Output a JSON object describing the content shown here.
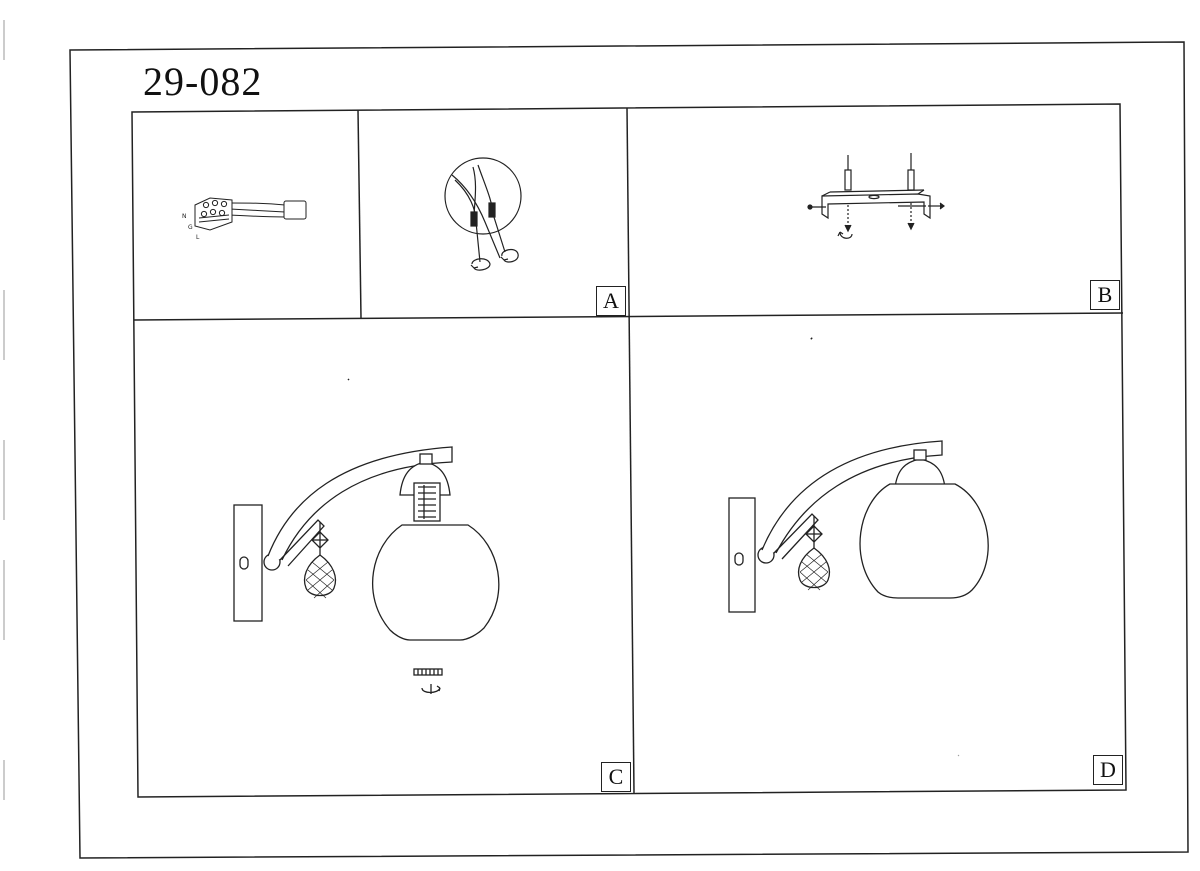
{
  "sheet": {
    "product_code": "29-082"
  },
  "panels": {
    "a": {
      "label": "A"
    },
    "b": {
      "label": "B"
    },
    "c": {
      "label": "C"
    },
    "d": {
      "label": "D"
    }
  },
  "terminal_block": {
    "letters": [
      "N",
      "G",
      "L"
    ]
  }
}
